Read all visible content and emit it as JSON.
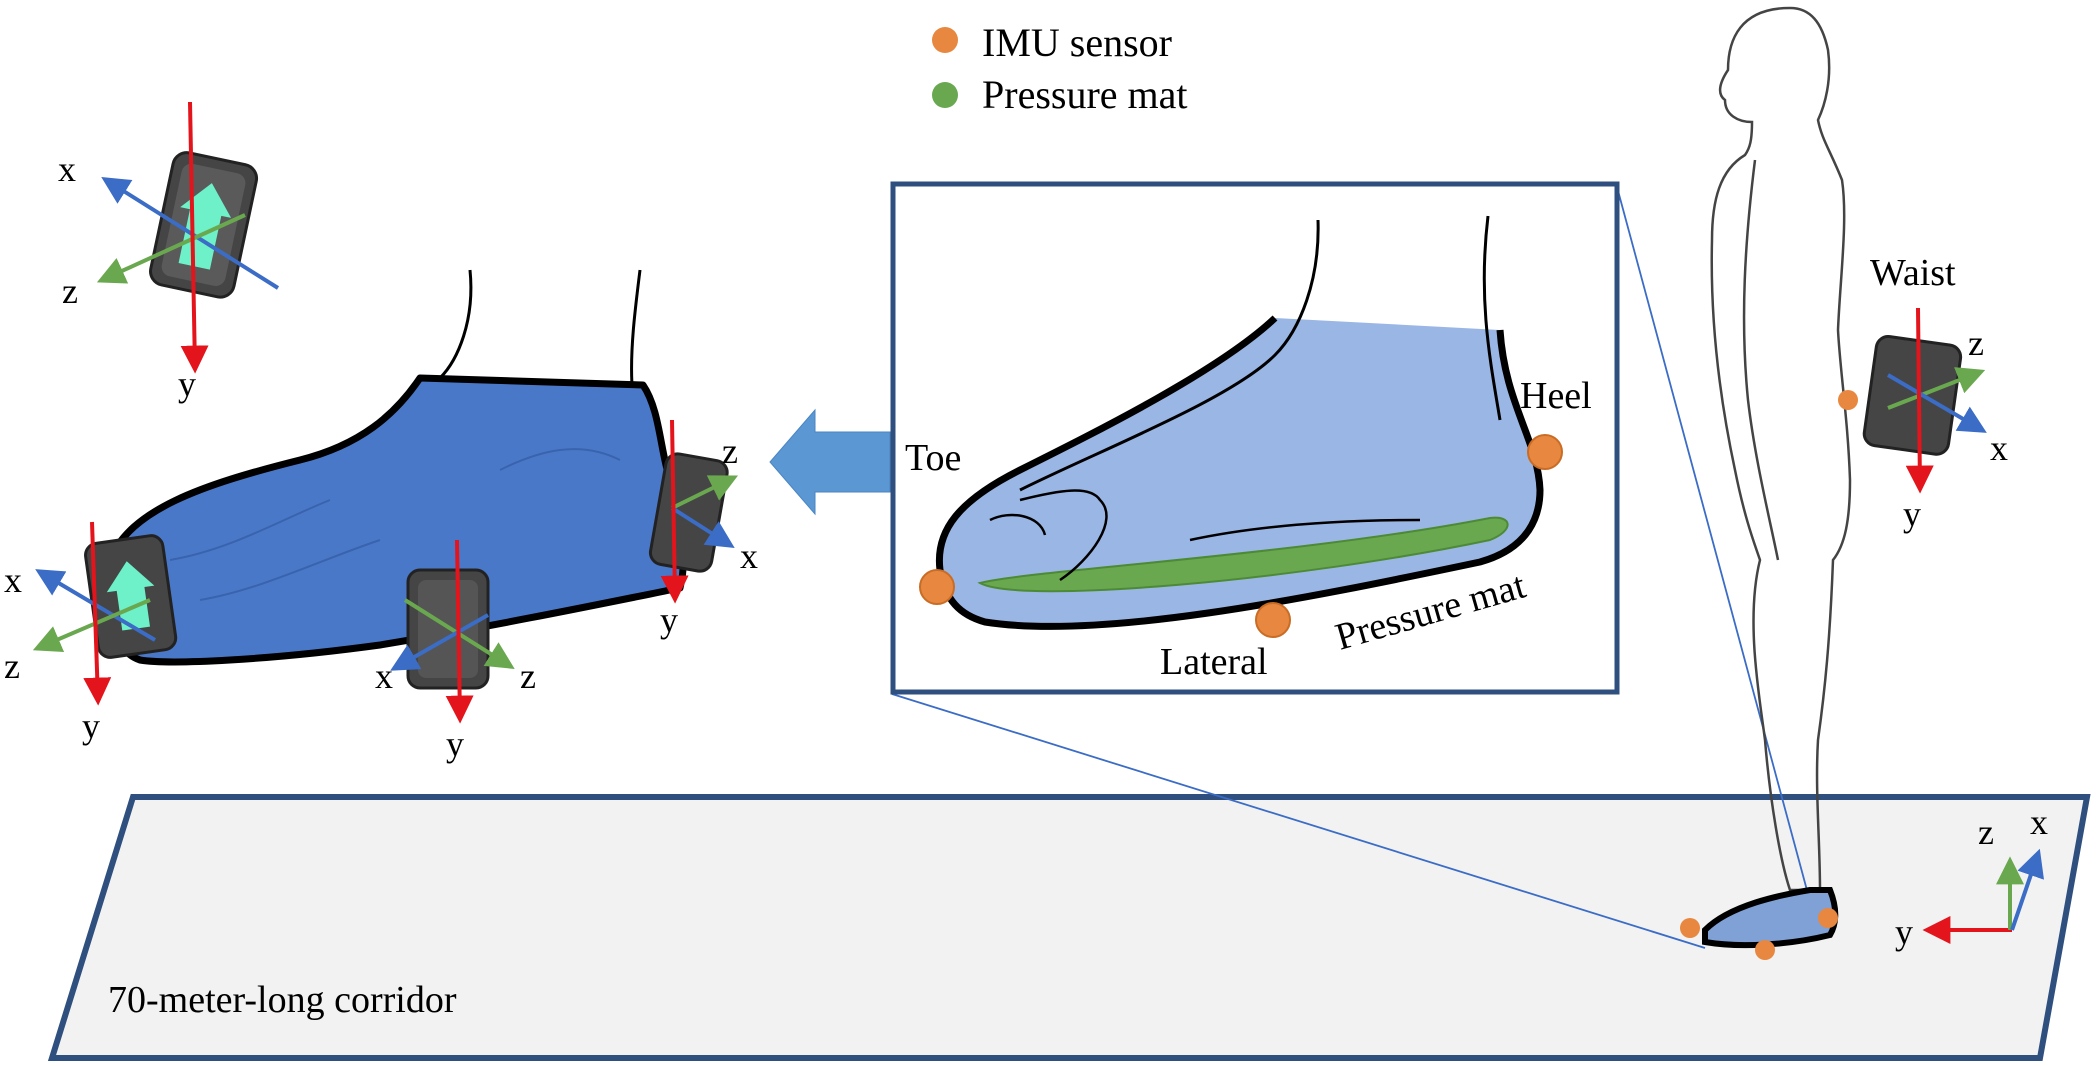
{
  "legend": {
    "items": [
      {
        "label": "IMU sensor",
        "color": "#E8873F"
      },
      {
        "label": "Pressure mat",
        "color": "#6AA84F"
      }
    ]
  },
  "colors": {
    "imu": "#E8873F",
    "pressure": "#6AA84F",
    "shoe_blue": "#4A78C8",
    "insole_blue": "#7FA1D6",
    "frame": "#2F4F7F",
    "axis_x": "#3B6CC6",
    "axis_y": "#E3141C",
    "axis_z": "#6AA84F",
    "arrow": "#5B97D3",
    "corridor_fill": "#F2F2F2",
    "sensor_body": "#3F3F3F",
    "sensor_arrow": "#6EF0C8"
  },
  "axes": {
    "x": "x",
    "y": "y",
    "z": "z"
  },
  "inset": {
    "toe": "Toe",
    "heel": "Heel",
    "lateral": "Lateral",
    "pressure_mat": "Pressure mat"
  },
  "body": {
    "waist": "Waist"
  },
  "corridor": {
    "label": "70-meter-long corridor"
  },
  "icons": [
    "imu-sensor-icon",
    "coordinate-axes-icon",
    "pointer-arrow-icon",
    "human-silhouette-icon"
  ]
}
